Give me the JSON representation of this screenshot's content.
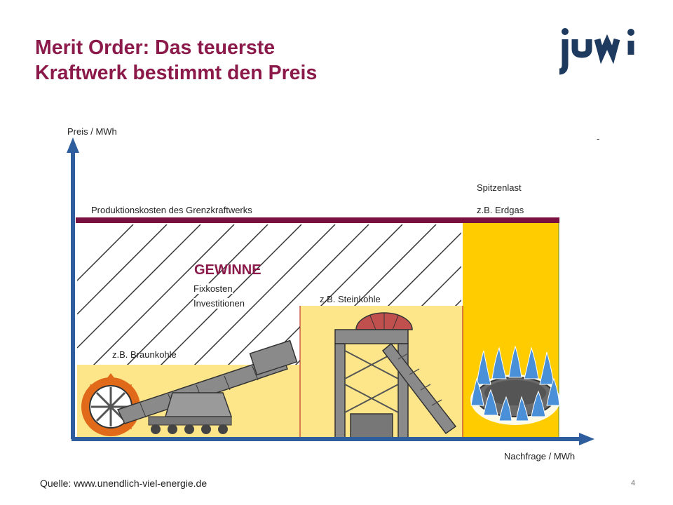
{
  "title": {
    "line1": "Merit Order: Das teuerste",
    "line2": "Kraftwerk bestimmt den Preis"
  },
  "logo": {
    "text": "juwi",
    "color": "#1f3a5f"
  },
  "diagram": {
    "y_axis_label": "Preis / MWh",
    "x_axis_label": "Nachfrage / MWh",
    "price_line_label": "Produktionskosten des Grenzkraftwerks",
    "gewinne_label": "GEWINNE",
    "fixkosten_label": "Fixkosten",
    "investitionen_label": "Investitionen",
    "dash_mark": "-",
    "blocks": [
      {
        "label": "z.B. Braunkohle",
        "color": "#fde68a"
      },
      {
        "label": "z.B. Steinkohle",
        "color": "#fde68a"
      },
      {
        "label_line1": "Spitzenlast",
        "label_line2": "z.B. Erdgas",
        "color": "#ffcc00"
      }
    ],
    "axis_color": "#2e5e9e",
    "price_line_color": "#7a1040"
  },
  "footer": {
    "source": "Quelle: www.unendlich-viel-energie.de",
    "page": "4"
  }
}
